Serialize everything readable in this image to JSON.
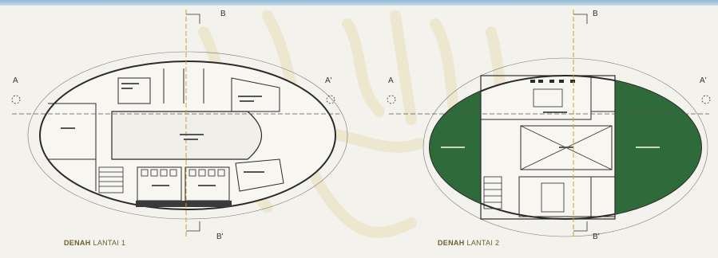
{
  "axes": {
    "a": "A",
    "a_prime": "A'",
    "b": "B",
    "b_prime": "B'"
  },
  "plan1": {
    "caption_bold": "DENAH",
    "caption_light": "LANTAI 1"
  },
  "plan2": {
    "caption_bold": "DENAH",
    "caption_light": "LANTAI 2"
  },
  "colors": {
    "background": "#f4f2ec",
    "wall": "#2b2b2b",
    "green_area": "#2f6b3a",
    "watermark": "#d9c98a",
    "section_line": "#c9a227"
  }
}
